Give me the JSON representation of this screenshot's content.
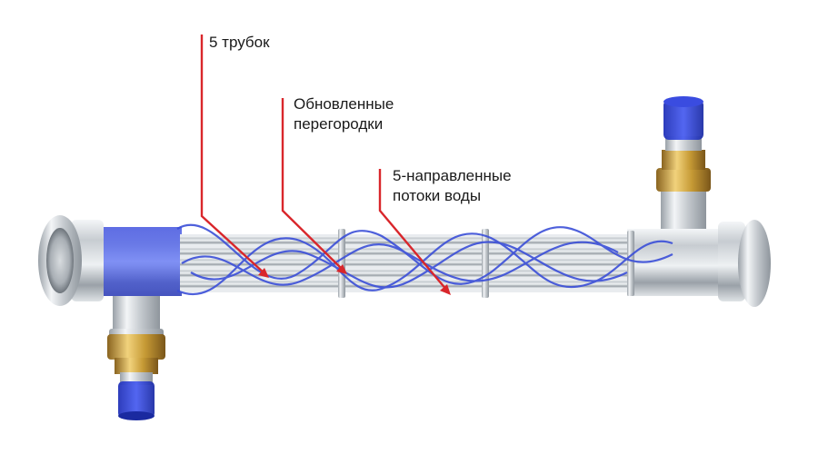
{
  "labels": {
    "tubes": {
      "text": "5 трубок"
    },
    "baffles": {
      "line1": "Обновленные",
      "line2": "перегородки"
    },
    "flows": {
      "line1": "5-направленные",
      "line2": "потоки воды"
    }
  },
  "colors": {
    "pointer": "#d9262b",
    "water": "#3b4fd8",
    "cap": "#2c3ec9",
    "brass": "#c9a13c",
    "steel": "#c9ced3",
    "text": "#1a1a1a"
  }
}
